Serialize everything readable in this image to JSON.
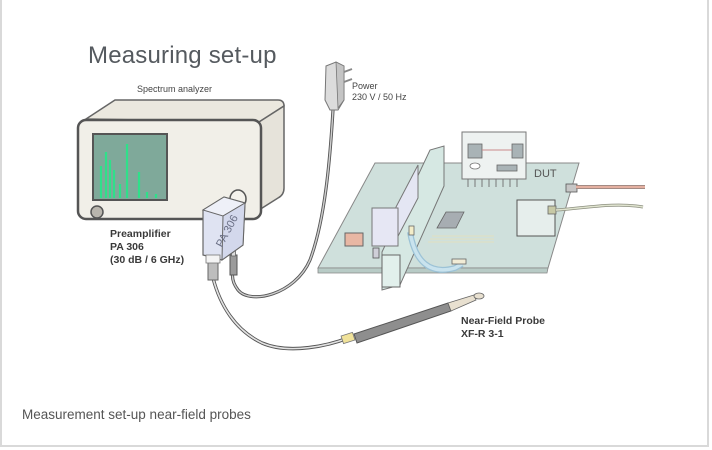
{
  "figure": {
    "title": "Measuring set-up",
    "labels": {
      "spectrum_analyzer": "Spectrum analyzer",
      "power_line1": "Power",
      "power_line2": "230 V / 50 Hz",
      "preamp_line1": "Preamplifier",
      "preamp_line2": "PA 306",
      "preamp_line3": "(30 dB / 6 GHz)",
      "preamp_body_text": "PA 306",
      "dut": "DUT",
      "probe_line1": "Near-Field Probe",
      "probe_line2": "XF-R 3-1"
    },
    "colors": {
      "analyzer_body": "#efede6",
      "screen": "#7fa99a",
      "spectrum_lines": "#2fe08a",
      "pcb": "#cfe0dc",
      "preamp": "#dfe3f2",
      "cable": "#8a8a8a",
      "probe": "#8e8e8e",
      "probe_ferrule": "#f0e29a"
    }
  },
  "caption": "Measurement set-up near-field probes"
}
